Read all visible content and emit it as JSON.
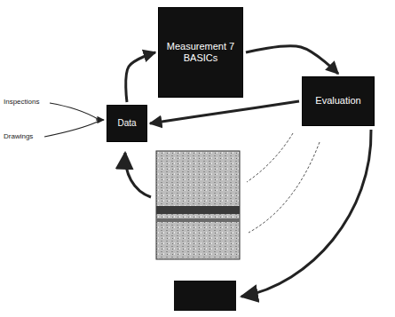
{
  "diagram": {
    "nodes": [
      {
        "text": [
          "Data"
        ]
      },
      {
        "text": [
          "Measurement 7 BASICs"
        ]
      },
      {
        "text": [
          "Evaluation"
        ]
      }
    ],
    "edges": [
      {
        "from": 0,
        "to": 1,
        "arrow": "to"
      },
      {
        "from": 1,
        "to": 2,
        "arrow": "to"
      },
      {
        "from": 2,
        "to": 0,
        "arrow": "to"
      }
    ],
    "labels": [
      "Inspections",
      "Drawings"
    ]
  }
}
